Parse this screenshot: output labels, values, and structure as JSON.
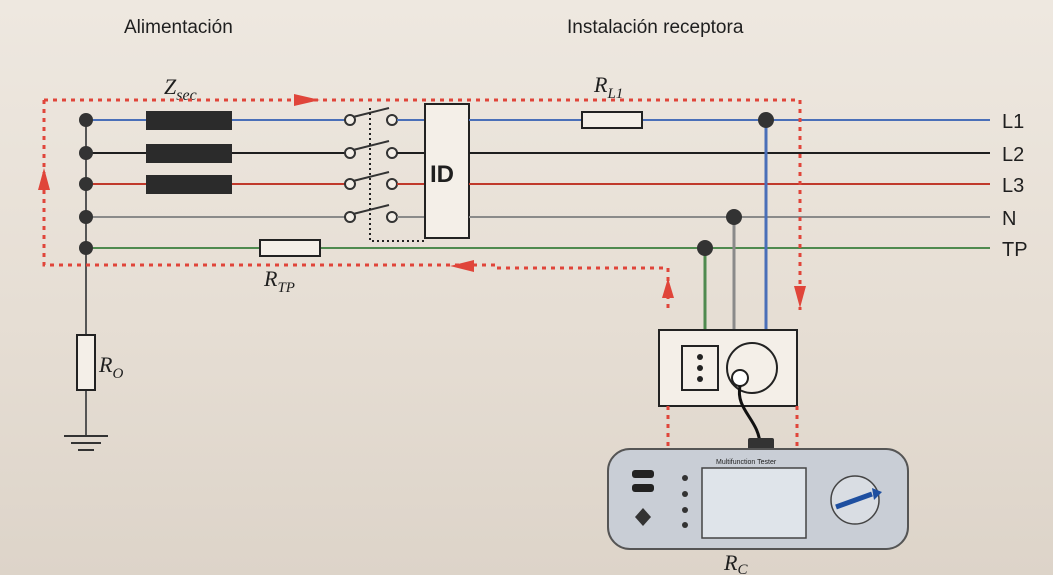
{
  "headers": {
    "supply": "Alimentación",
    "installation": "Instalación receptora"
  },
  "components": {
    "z_sec": {
      "main": "Z",
      "sub": "sec"
    },
    "r_l1": {
      "main": "R",
      "sub": "L1"
    },
    "r_tp": {
      "main": "R",
      "sub": "TP"
    },
    "r_o": {
      "main": "R",
      "sub": "O"
    },
    "r_c": {
      "main": "R",
      "sub": "C"
    },
    "differential_switch": "ID",
    "tester_brand": "Multifunction Tester"
  },
  "lines": [
    "L1",
    "L2",
    "L3",
    "N",
    "TP"
  ],
  "colors": {
    "l1": "#4a6fb8",
    "l2": "#1e1e1e",
    "l3": "#c0392b",
    "n": "#8a8a8a",
    "tp": "#4f8a4f",
    "loop": "#e0453a",
    "impedance": "#2b2b2b"
  }
}
